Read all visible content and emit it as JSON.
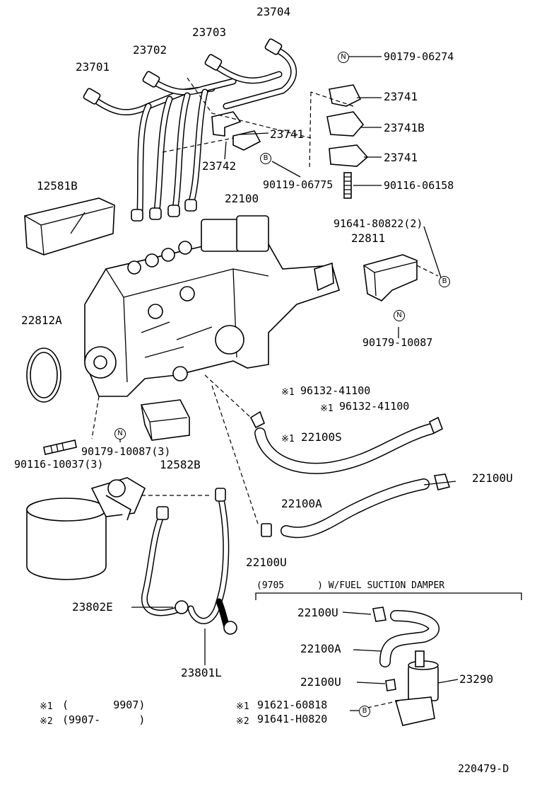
{
  "labels": {
    "p23704": "23704",
    "p23703": "23703",
    "p23702": "23702",
    "p23701": "23701",
    "p90179_06274": "90179-06274",
    "p23741_a": "23741",
    "p23741b": "23741B",
    "p23741_b": "23741",
    "p23741_c": "23741",
    "p23742": "23742",
    "p90119_06775": "90119-06775",
    "p90116_06158": "90116-06158",
    "p12581b": "12581B",
    "p22100": "22100",
    "p91641_80822": "91641-80822(2)",
    "p22811": "22811",
    "p22812a": "22812A",
    "p90179_10087": "90179-10087",
    "p96132_41100_a": "96132-41100",
    "p96132_41100_b": "96132-41100",
    "p22100s": "22100S",
    "p90179_10087_3": "90179-10087(3)",
    "p90116_10037_3": "90116-10037(3)",
    "p12582b": "12582B",
    "p22100u_a": "22100U",
    "p22100a_a": "22100A",
    "p22100u_b": "22100U",
    "damper_header": "(9705      ) W/FUEL SUCTION DAMPER",
    "p23802e": "23802E",
    "p22100u_c": "22100U",
    "p22100a_b": "22100A",
    "p22100u_d": "22100U",
    "p23290": "23290",
    "p23801l": "23801L",
    "p91621_60818": "91621-60818",
    "p91641_h0820": "91641-H0820",
    "note1": "(       9907)",
    "note2": "(9907-      )",
    "diagram_id": "220479-D"
  },
  "marks": {
    "n": "N",
    "b": "B",
    "ref1": "※1",
    "ref2": "※2"
  }
}
